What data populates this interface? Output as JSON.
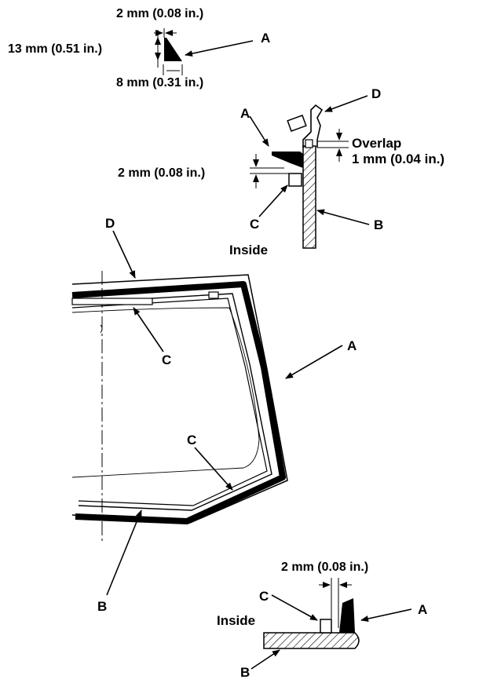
{
  "top_profile": {
    "dim_top": "2 mm (0.08 in.)",
    "dim_left": "13 mm (0.51 in.)",
    "dim_bottom": "8 mm (0.31 in.)",
    "label_a": "A"
  },
  "section_top": {
    "label_a": "A",
    "label_b": "B",
    "label_c": "C",
    "label_d": "D",
    "overlap_line1": "Overlap",
    "overlap_line2": "1 mm (0.04 in.)",
    "gap": "2 mm (0.08 in.)",
    "inside": "Inside"
  },
  "windshield": {
    "label_d": "D",
    "label_c_top": "C",
    "label_a": "A",
    "label_c_bottom": "C",
    "label_b": "B"
  },
  "section_bottom": {
    "dim": "2 mm (0.08 in.)",
    "label_c": "C",
    "label_a": "A",
    "inside": "Inside",
    "label_b": "B"
  }
}
